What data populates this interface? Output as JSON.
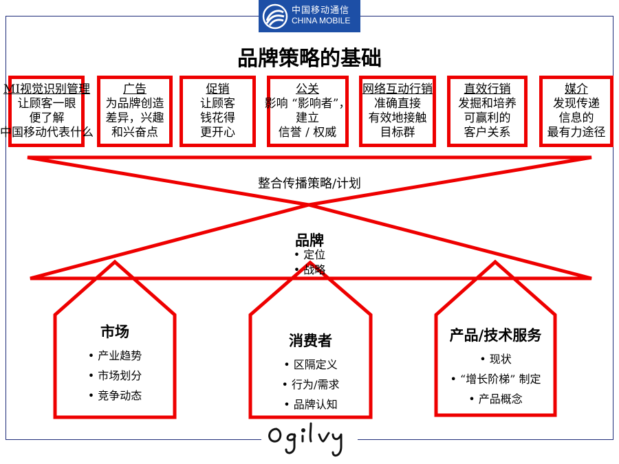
{
  "logo": {
    "cn": "中国移动通信",
    "en": "CHINA MOBILE"
  },
  "title": "品牌策略的基础",
  "boxes": [
    {
      "head": "MI视觉识别管理",
      "lines": [
        "让顾客一眼",
        "便了解",
        "中国移动代表什么"
      ]
    },
    {
      "head": "广告",
      "lines": [
        "为品牌创造",
        "差异，兴趣",
        "和兴奋点"
      ]
    },
    {
      "head": "促销",
      "lines": [
        "让顾客",
        "钱花得",
        "更开心"
      ]
    },
    {
      "head": "公关",
      "lines": [
        "影响 “影响者”，",
        "建立",
        "信誉 / 权威"
      ]
    },
    {
      "head": "网络互动行销",
      "lines": [
        "准确直接",
        "有效地接触",
        "目标群"
      ]
    },
    {
      "head": "直效行销",
      "lines": [
        "发掘和培养",
        "可赢利的",
        "客户关系"
      ]
    },
    {
      "head": "媒介",
      "lines": [
        "发现传递",
        "信息的",
        "最有力途径"
      ]
    }
  ],
  "integration": "整合传播策略/计划",
  "brand": {
    "title": "品牌",
    "items": [
      "• 定位",
      "• 战略"
    ]
  },
  "houses": [
    {
      "title": "市场",
      "items": [
        "• 产业趋势",
        "• 市场划分",
        "• 竞争动态"
      ]
    },
    {
      "title": "消费者",
      "items": [
        "• 区隔定义",
        "• 行为/需求",
        "• 品牌认知"
      ]
    },
    {
      "title": "产品/技术服务",
      "items": [
        "• 现状",
        "• “增长阶梯” 制定",
        "• 产品概念"
      ]
    }
  ],
  "footer_logo": "Ogilvy",
  "colors": {
    "accent": "#ee0000",
    "frame": "#1c2a78",
    "logo_bg": "#1d4fa6"
  }
}
